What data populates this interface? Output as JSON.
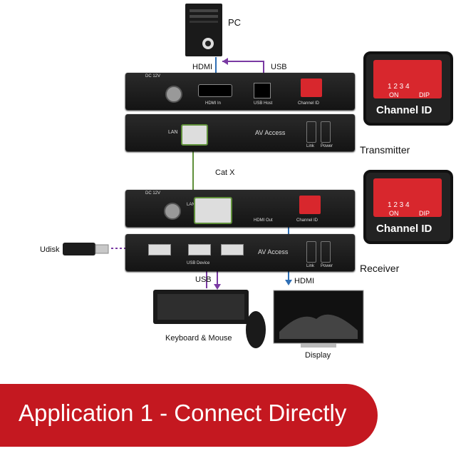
{
  "labels": {
    "pc": "PC",
    "hdmi_top": "HDMI",
    "usb_top": "USB",
    "transmitter": "Transmitter",
    "cat_x": "Cat X",
    "udisk": "Udisk",
    "receiver": "Receiver",
    "usb_bottom": "USB",
    "hdmi_bottom": "HDMI",
    "keyboard_mouse": "Keyboard & Mouse",
    "display": "Display"
  },
  "transmitter": {
    "dc": "DC 12V",
    "hdmi_in": "HDMI In",
    "usb_host": "USB Host",
    "channel_id": "Channel ID",
    "lan": "LAN",
    "brand": "AV Access",
    "link": "Link",
    "power": "Power"
  },
  "receiver": {
    "dc": "DC 12V",
    "lan": "LAN",
    "hdmi_out": "HDMI Out",
    "channel_id": "Channel ID",
    "usb_device": "USB Device",
    "brand": "AV Access",
    "link": "Link",
    "power": "Power"
  },
  "dip_callout": {
    "caption": "Channel ID",
    "numbers": "1 2 3 4",
    "on": "ON",
    "dip": "DIP"
  },
  "banner": {
    "text": "Application 1 - Connect Directly"
  },
  "colors": {
    "hdmi_line": "#2f6fb5",
    "usb_line": "#7a3aa3",
    "lan_line": "#5f8f3a",
    "banner_red": "#c41820",
    "dip_red": "#d8272d"
  }
}
